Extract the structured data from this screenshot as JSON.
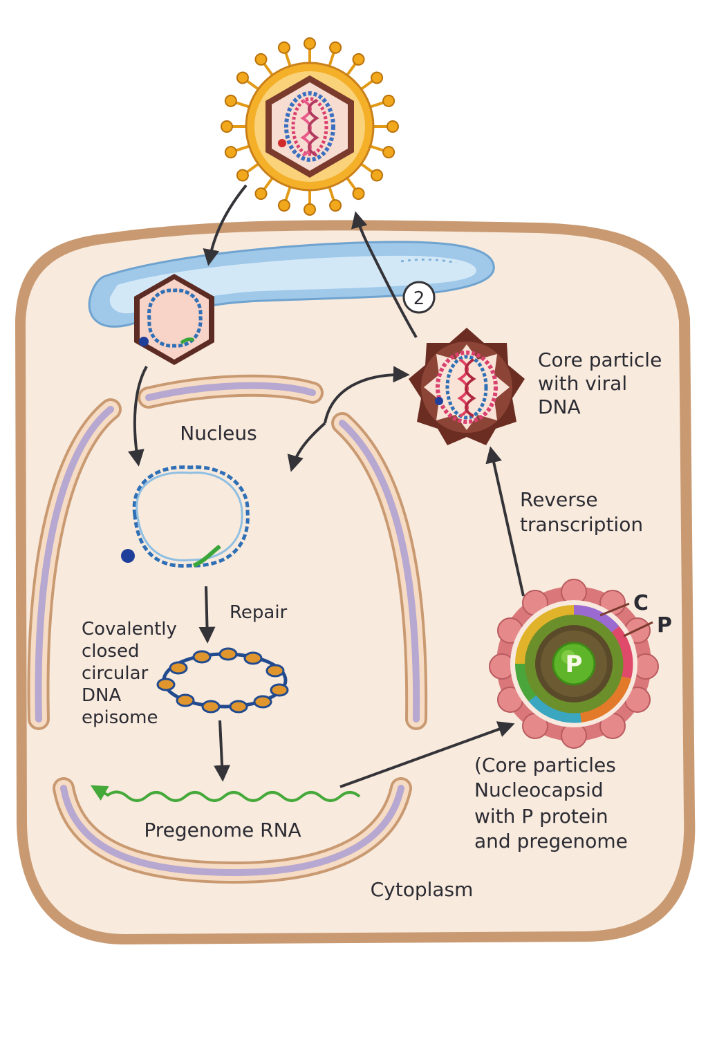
{
  "labels": {
    "step_marker": "2",
    "core_particle": [
      "Core particle",
      "with viral",
      "DNA"
    ],
    "nucleus": "Nucleus",
    "reverse_transcription": [
      "Reverse",
      "transcription"
    ],
    "repair": "Repair",
    "cccdna": [
      "Covalently",
      "closed",
      "circular",
      "DNA",
      "episome"
    ],
    "marker_c": "C",
    "marker_p": "P",
    "p_protein": "P",
    "nucleocapsid": [
      "(Core particles",
      "Nucleocapsid",
      "with P protein",
      "and pregenome"
    ],
    "pregenome": "Pregenome RNA",
    "cytoplasm": "Cytoplasm"
  },
  "colors": {
    "cell_fill": "#f8eadd",
    "cell_border": "#c99a72",
    "nuclear_membrane": "#b6a8d0",
    "er_fill": "#b9daf1",
    "dna_blue": "#2f6fb5",
    "dna_green": "#3aa63a",
    "rna_green": "#45a93a",
    "spike_orange": "#f2a81c",
    "capsid_brown": "#7a3a2c",
    "p_protein_green": "#5fb52a",
    "arrow": "#333338"
  }
}
